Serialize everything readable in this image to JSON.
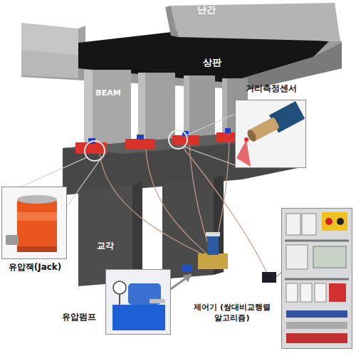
{
  "diagram": {
    "nodes": [
      {
        "text": [
          "거리측정센서"
        ]
      },
      {
        "text": [
          "유압잭(Jack)"
        ]
      },
      {
        "text": [
          "제어기 (쌍대비교행렬 알고리즘)"
        ]
      },
      {
        "text": [
          "유압펌프"
        ]
      }
    ],
    "labels": [
      "난간",
      "상판",
      "BEAM",
      "교각"
    ]
  }
}
